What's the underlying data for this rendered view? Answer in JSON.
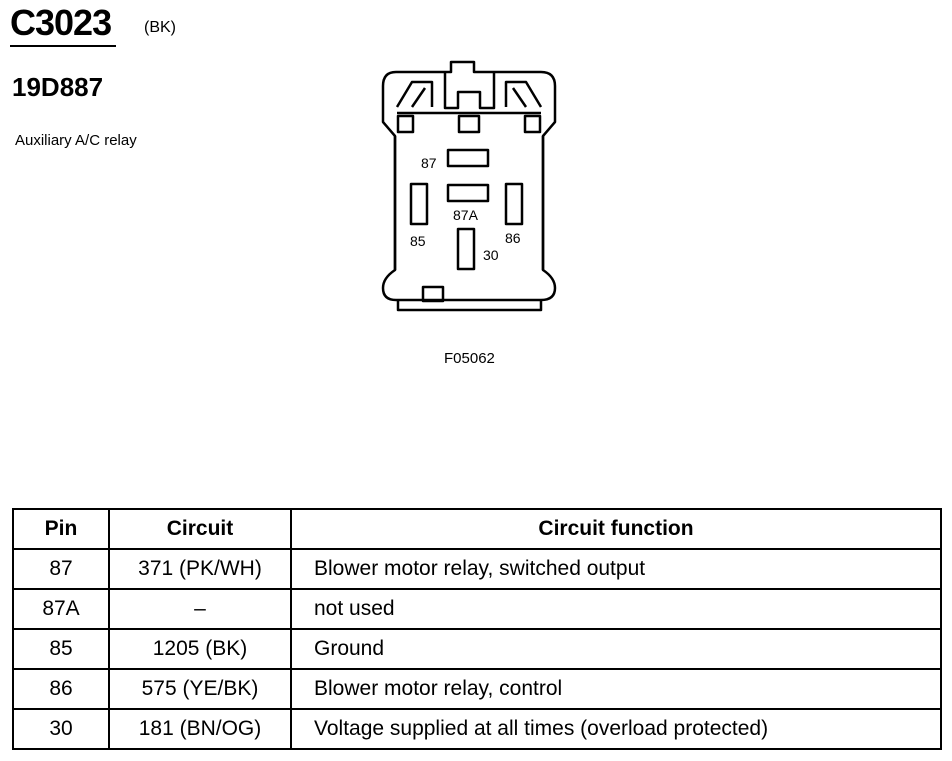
{
  "header": {
    "connector_id": "C3023",
    "connector_color": "(BK)",
    "part_number": "19D887",
    "description": "Auxiliary A/C relay"
  },
  "diagram": {
    "figure_id": "F05062",
    "pin_labels": {
      "p87": "87",
      "p87a": "87A",
      "p85": "85",
      "p86": "86",
      "p30": "30"
    }
  },
  "table": {
    "headers": {
      "pin": "Pin",
      "circuit": "Circuit",
      "function": "Circuit function"
    },
    "rows": [
      {
        "pin": "87",
        "circuit": "371 (PK/WH)",
        "function": "Blower motor relay, switched output"
      },
      {
        "pin": "87A",
        "circuit": "–",
        "function": "not used"
      },
      {
        "pin": "85",
        "circuit": "1205 (BK)",
        "function": "Ground"
      },
      {
        "pin": "86",
        "circuit": "575 (YE/BK)",
        "function": "Blower motor relay, control"
      },
      {
        "pin": "30",
        "circuit": "181 (BN/OG)",
        "function": "Voltage supplied at all times (overload protected)"
      }
    ]
  }
}
